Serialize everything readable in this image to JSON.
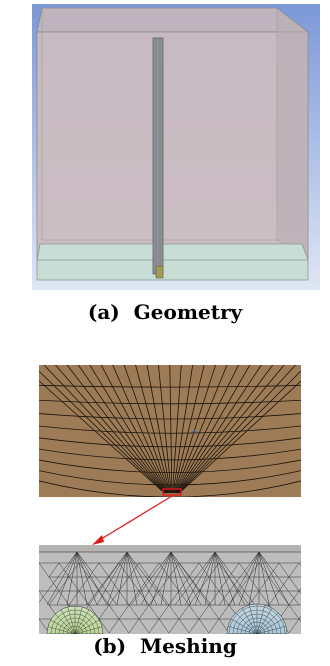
{
  "figure": {
    "panels": [
      {
        "id": "a",
        "caption": "(a)  Geometry"
      },
      {
        "id": "b",
        "caption": "(b)  Meshing"
      }
    ]
  },
  "colors": {
    "background": "#ffffff",
    "geometry_fill": "#c7b7be",
    "geometry_bg": "#6b8fd6",
    "base_slab": "#c4dcd6",
    "electrode": "#8b8f93",
    "mesh_fill": "#9a7a55",
    "mesh_line": "#1c140c",
    "zoom_fill": "#b8b8b8",
    "highlight": "#e0191b",
    "arrow": "#e0191b"
  }
}
